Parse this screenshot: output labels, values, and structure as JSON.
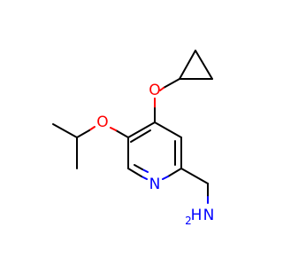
{
  "molecule": {
    "atoms": {
      "oxygen_top": {
        "symbol": "O",
        "color": "#ff0000"
      },
      "oxygen_left": {
        "symbol": "O",
        "color": "#ff0000"
      },
      "ring_nitrogen": {
        "symbol": "N",
        "color": "#0000ff"
      },
      "amine_n": {
        "symbol": "N",
        "color": "#0000ff"
      },
      "amine_h": {
        "symbol": "H",
        "color": "#0000ff"
      },
      "amine_h_count": {
        "symbol": "2",
        "color": "#0000ff"
      }
    },
    "bond_color": "#000000"
  }
}
